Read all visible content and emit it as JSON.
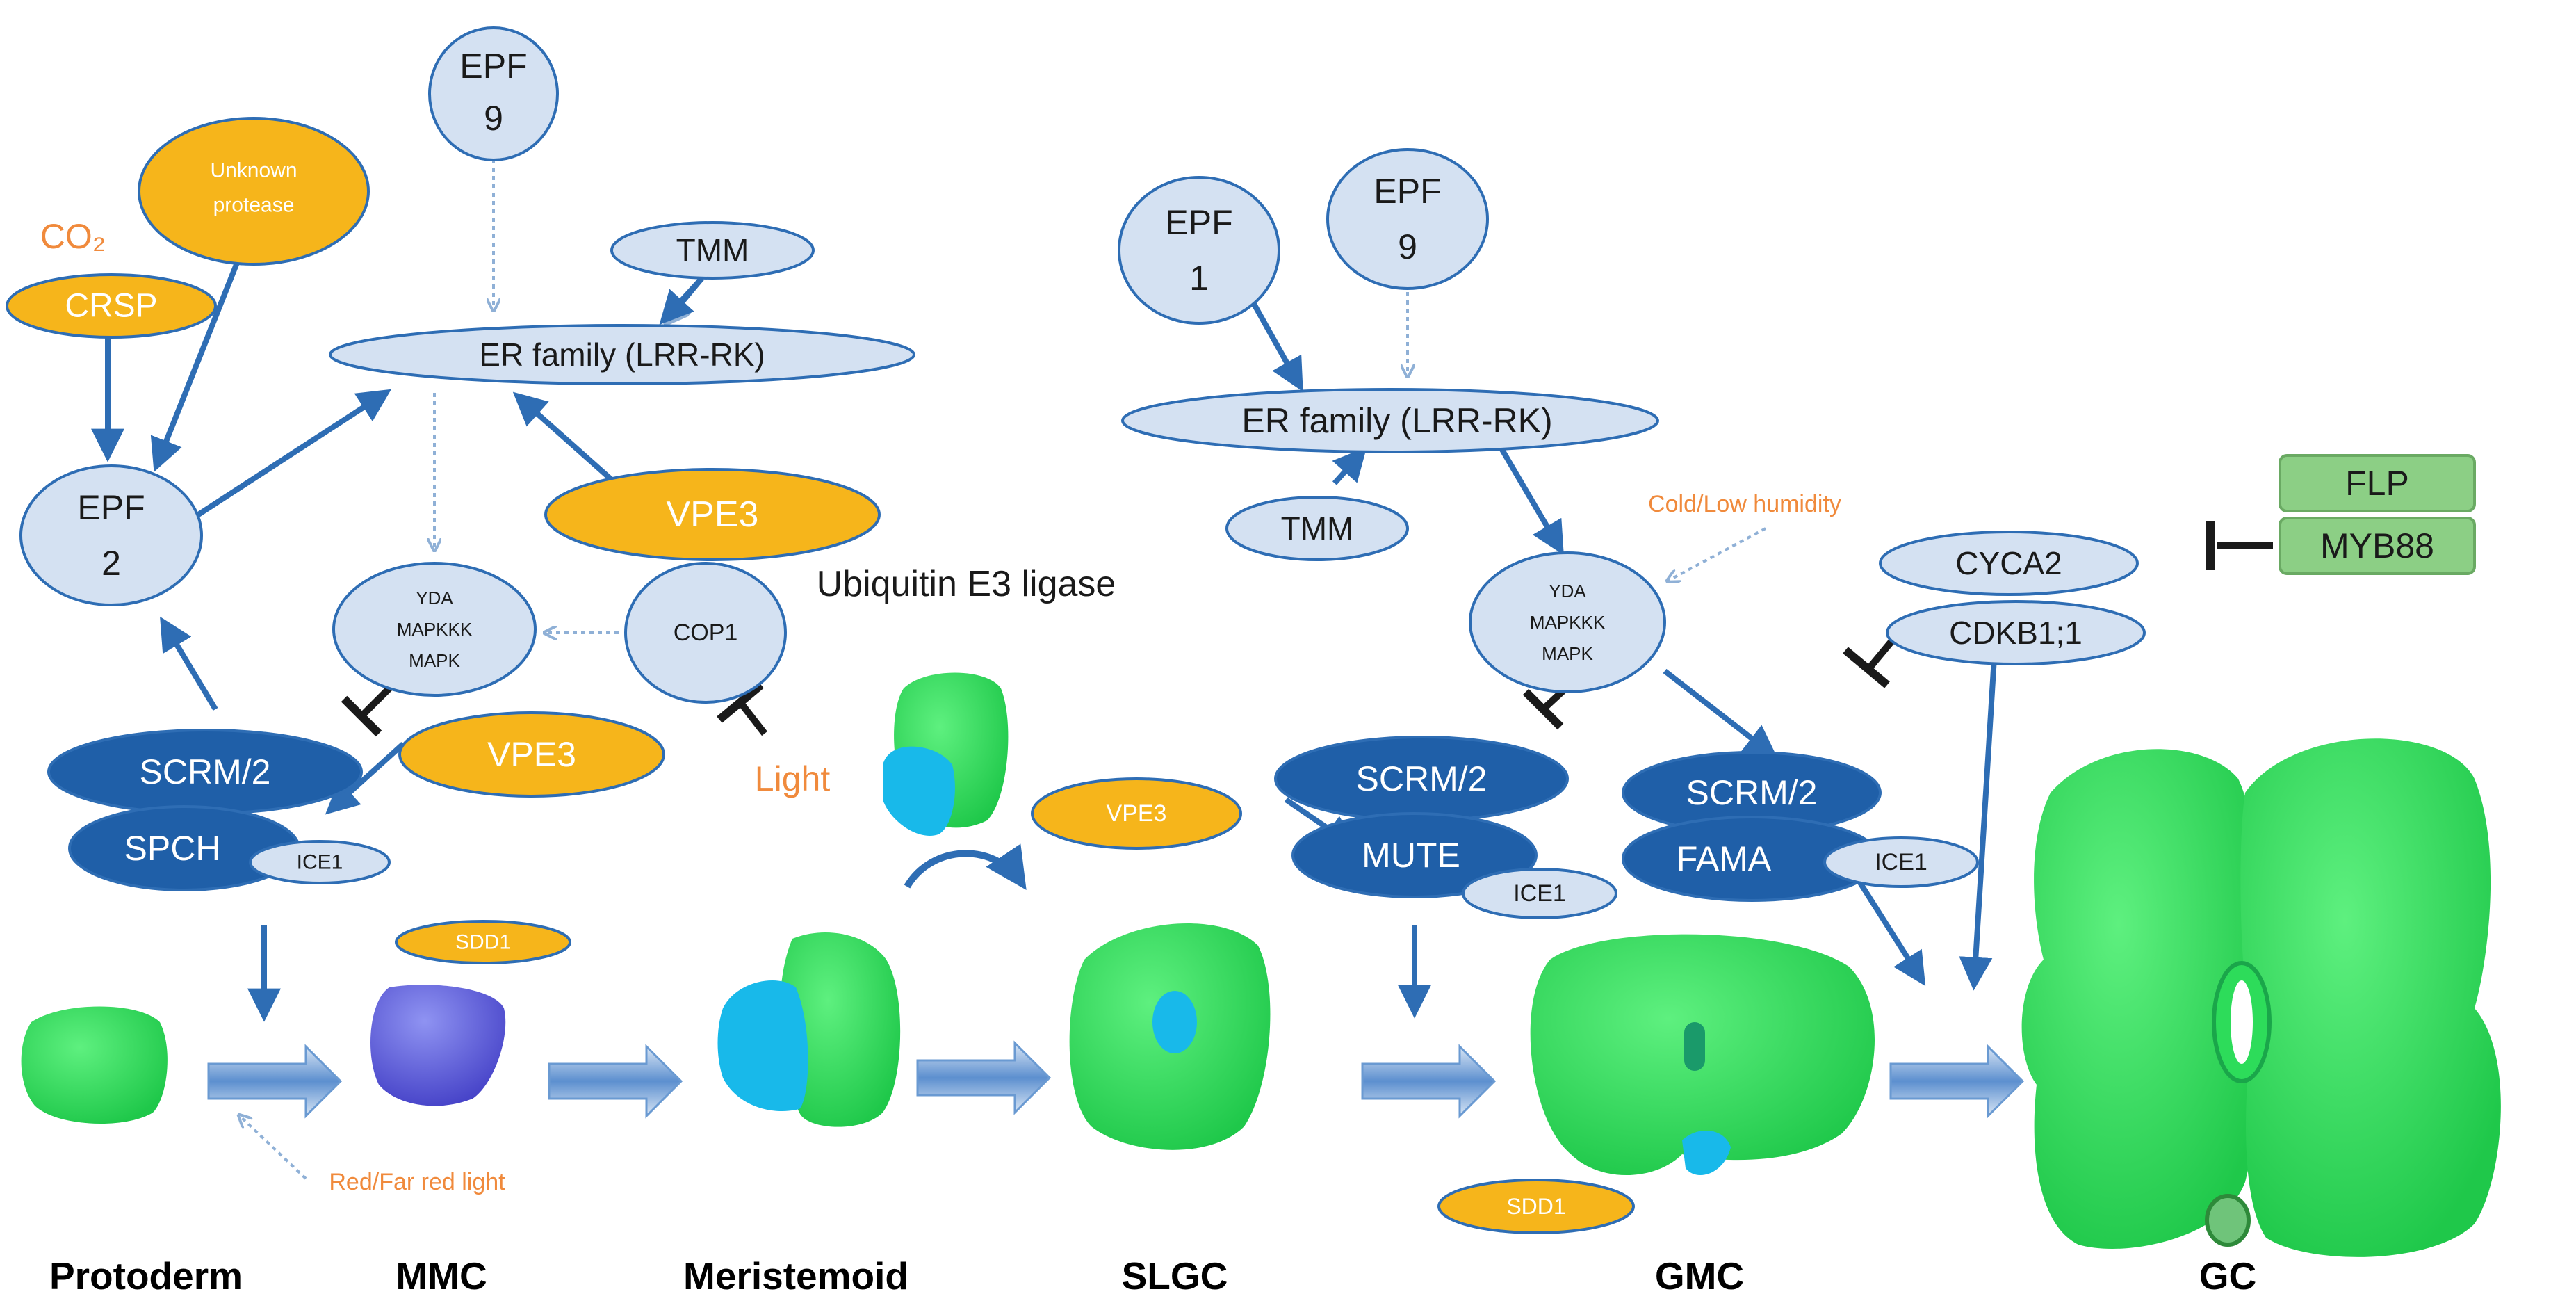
{
  "nodes": {
    "epf9_left": "EPF\n9",
    "unknown_protease": "Unknown\nprotease",
    "co2": "CO₂",
    "crsp": "CRSP",
    "tmm_left": "TMM",
    "er_left": "ER family (LRR-RK)",
    "epf2": "EPF\n2",
    "vpe3_top": "VPE3",
    "yda_left": "YDA\nMAPKKK\nMAPK",
    "cop1": "COP1",
    "ubiquitin": "Ubiquitin E3 ligase",
    "scrm_left": "SCRM/2",
    "spch": "SPCH",
    "ice1_left": "ICE1",
    "vpe3_mid": "VPE3",
    "light": "Light",
    "sdd1_left": "SDD1",
    "epf1": "EPF\n1",
    "epf9_right": "EPF\n9",
    "er_right": "ER family (LRR-RK)",
    "tmm_right": "TMM",
    "cold": "Cold/Low humidity",
    "yda_right": "YDA\nMAPKKK\nMAPK",
    "vpe3_slgc": "VPE3",
    "scrm_mute": "SCRM/2",
    "mute": "MUTE",
    "ice1_mute": "ICE1",
    "scrm_fama": "SCRM/2",
    "fama": "FAMA",
    "ice1_fama": "ICE1",
    "cyca2": "CYCA2",
    "cdkb1": "CDKB1;1",
    "flp": "FLP",
    "myb88": "MYB88",
    "sdd1_right": "SDD1",
    "red_far_red": "Red/Far red light"
  },
  "stages": [
    "Protoderm",
    "MMC",
    "Meristemoid",
    "SLGC",
    "GMC",
    "GC"
  ],
  "colors": {
    "light_blue": "#d4e1f2",
    "dark_blue": "#1f5fa8",
    "orange": "#f6b51b",
    "green_box": "#8ccf85",
    "cell_green": "#2ddc5a",
    "cell_cyan": "#18b9ea",
    "mmc_purple": "#5653d6",
    "arrow_blue": "#2e6db4",
    "text_orange": "#f08a3c"
  }
}
